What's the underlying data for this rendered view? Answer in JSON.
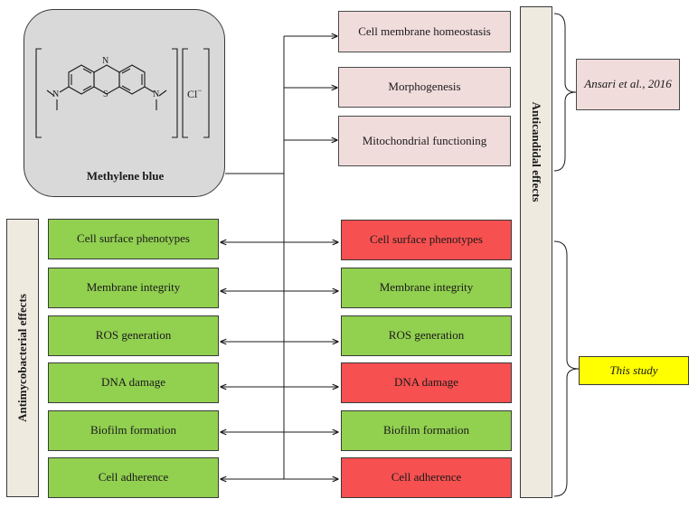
{
  "compound": {
    "name": "Methylene blue",
    "structure_labels": {
      "n_ring": "N",
      "s_ring": "S",
      "n_left": "N",
      "n_right": "N",
      "counter_ion": "Cl",
      "charge": "−"
    }
  },
  "left_axis_label": "Antimycobacterial effects",
  "right_axis_label": "Anticandidal effects",
  "previous_effects": [
    {
      "label": "Cell membrane homeostasis"
    },
    {
      "label": "Morphogenesis"
    },
    {
      "label": "Mitochondrial functioning"
    }
  ],
  "previous_reference": "Ansari et al., 2016",
  "study_reference": "This study",
  "mycobacterial_effects": [
    {
      "label": "Cell surface phenotypes",
      "color": "#92d050"
    },
    {
      "label": "Membrane integrity",
      "color": "#92d050"
    },
    {
      "label": "ROS generation",
      "color": "#92d050"
    },
    {
      "label": "DNA damage",
      "color": "#92d050"
    },
    {
      "label": "Biofilm formation",
      "color": "#92d050"
    },
    {
      "label": "Cell adherence",
      "color": "#92d050"
    }
  ],
  "candidal_effects": [
    {
      "label": "Cell surface phenotypes",
      "color": "#f75050"
    },
    {
      "label": "Membrane integrity",
      "color": "#92d050"
    },
    {
      "label": "ROS generation",
      "color": "#92d050"
    },
    {
      "label": "DNA damage",
      "color": "#f75050"
    },
    {
      "label": "Biofilm formation",
      "color": "#92d050"
    },
    {
      "label": "Cell adherence",
      "color": "#f75050"
    }
  ]
}
